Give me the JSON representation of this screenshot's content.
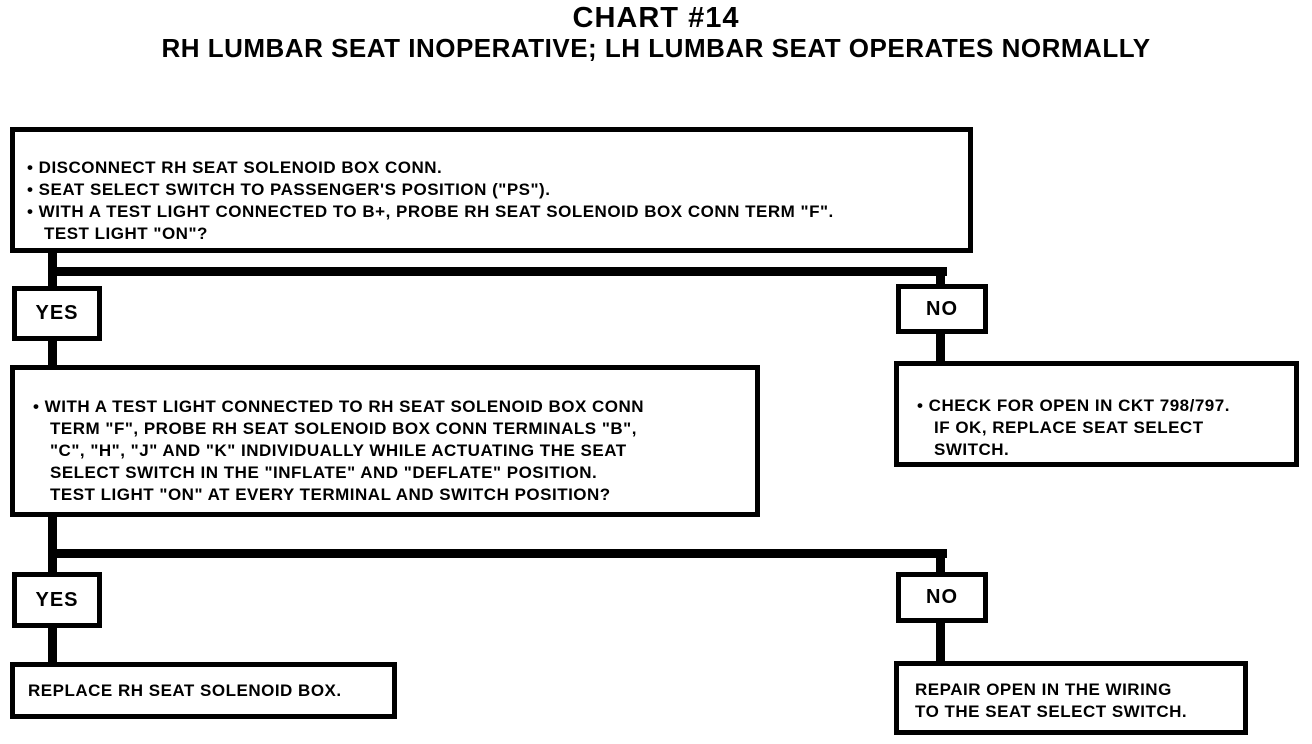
{
  "page": {
    "title": "CHART #14",
    "subtitle": "RH LUMBAR SEAT INOPERATIVE; LH LUMBAR SEAT OPERATES NORMALLY"
  },
  "nodes": {
    "question1": {
      "lines": [
        "• DISCONNECT RH SEAT SOLENOID BOX CONN.",
        "• SEAT SELECT SWITCH TO PASSENGER'S POSITION (\"PS\").",
        "• WITH A TEST LIGHT CONNECTED TO B+, PROBE RH SEAT SOLENOID BOX CONN TERM \"F\".",
        "TEST LIGHT \"ON\"?"
      ]
    },
    "branch1": {
      "yes": "YES",
      "no": "NO"
    },
    "question2": {
      "lines": [
        "• WITH A TEST LIGHT CONNECTED TO RH SEAT SOLENOID BOX CONN",
        "TERM \"F\", PROBE RH SEAT SOLENOID BOX CONN TERMINALS \"B\",",
        "\"C\", \"H\", \"J\" AND \"K\" INDIVIDUALLY WHILE ACTUATING THE SEAT",
        "SELECT SWITCH IN THE \"INFLATE\" AND \"DEFLATE\" POSITION.",
        "TEST LIGHT \"ON\" AT EVERY TERMINAL AND SWITCH POSITION?"
      ]
    },
    "result_no1": {
      "lines": [
        "• CHECK FOR OPEN IN CKT 798/797.",
        "IF OK, REPLACE SEAT SELECT",
        "SWITCH."
      ]
    },
    "branch2": {
      "yes": "YES",
      "no": "NO"
    },
    "result_yes2": {
      "lines": [
        "REPLACE RH SEAT SOLENOID BOX."
      ]
    },
    "result_no2": {
      "lines": [
        "REPAIR OPEN IN THE WIRING",
        "TO THE SEAT SELECT SWITCH."
      ]
    }
  },
  "colors": {
    "ink": "#000000",
    "paper": "#ffffff"
  }
}
